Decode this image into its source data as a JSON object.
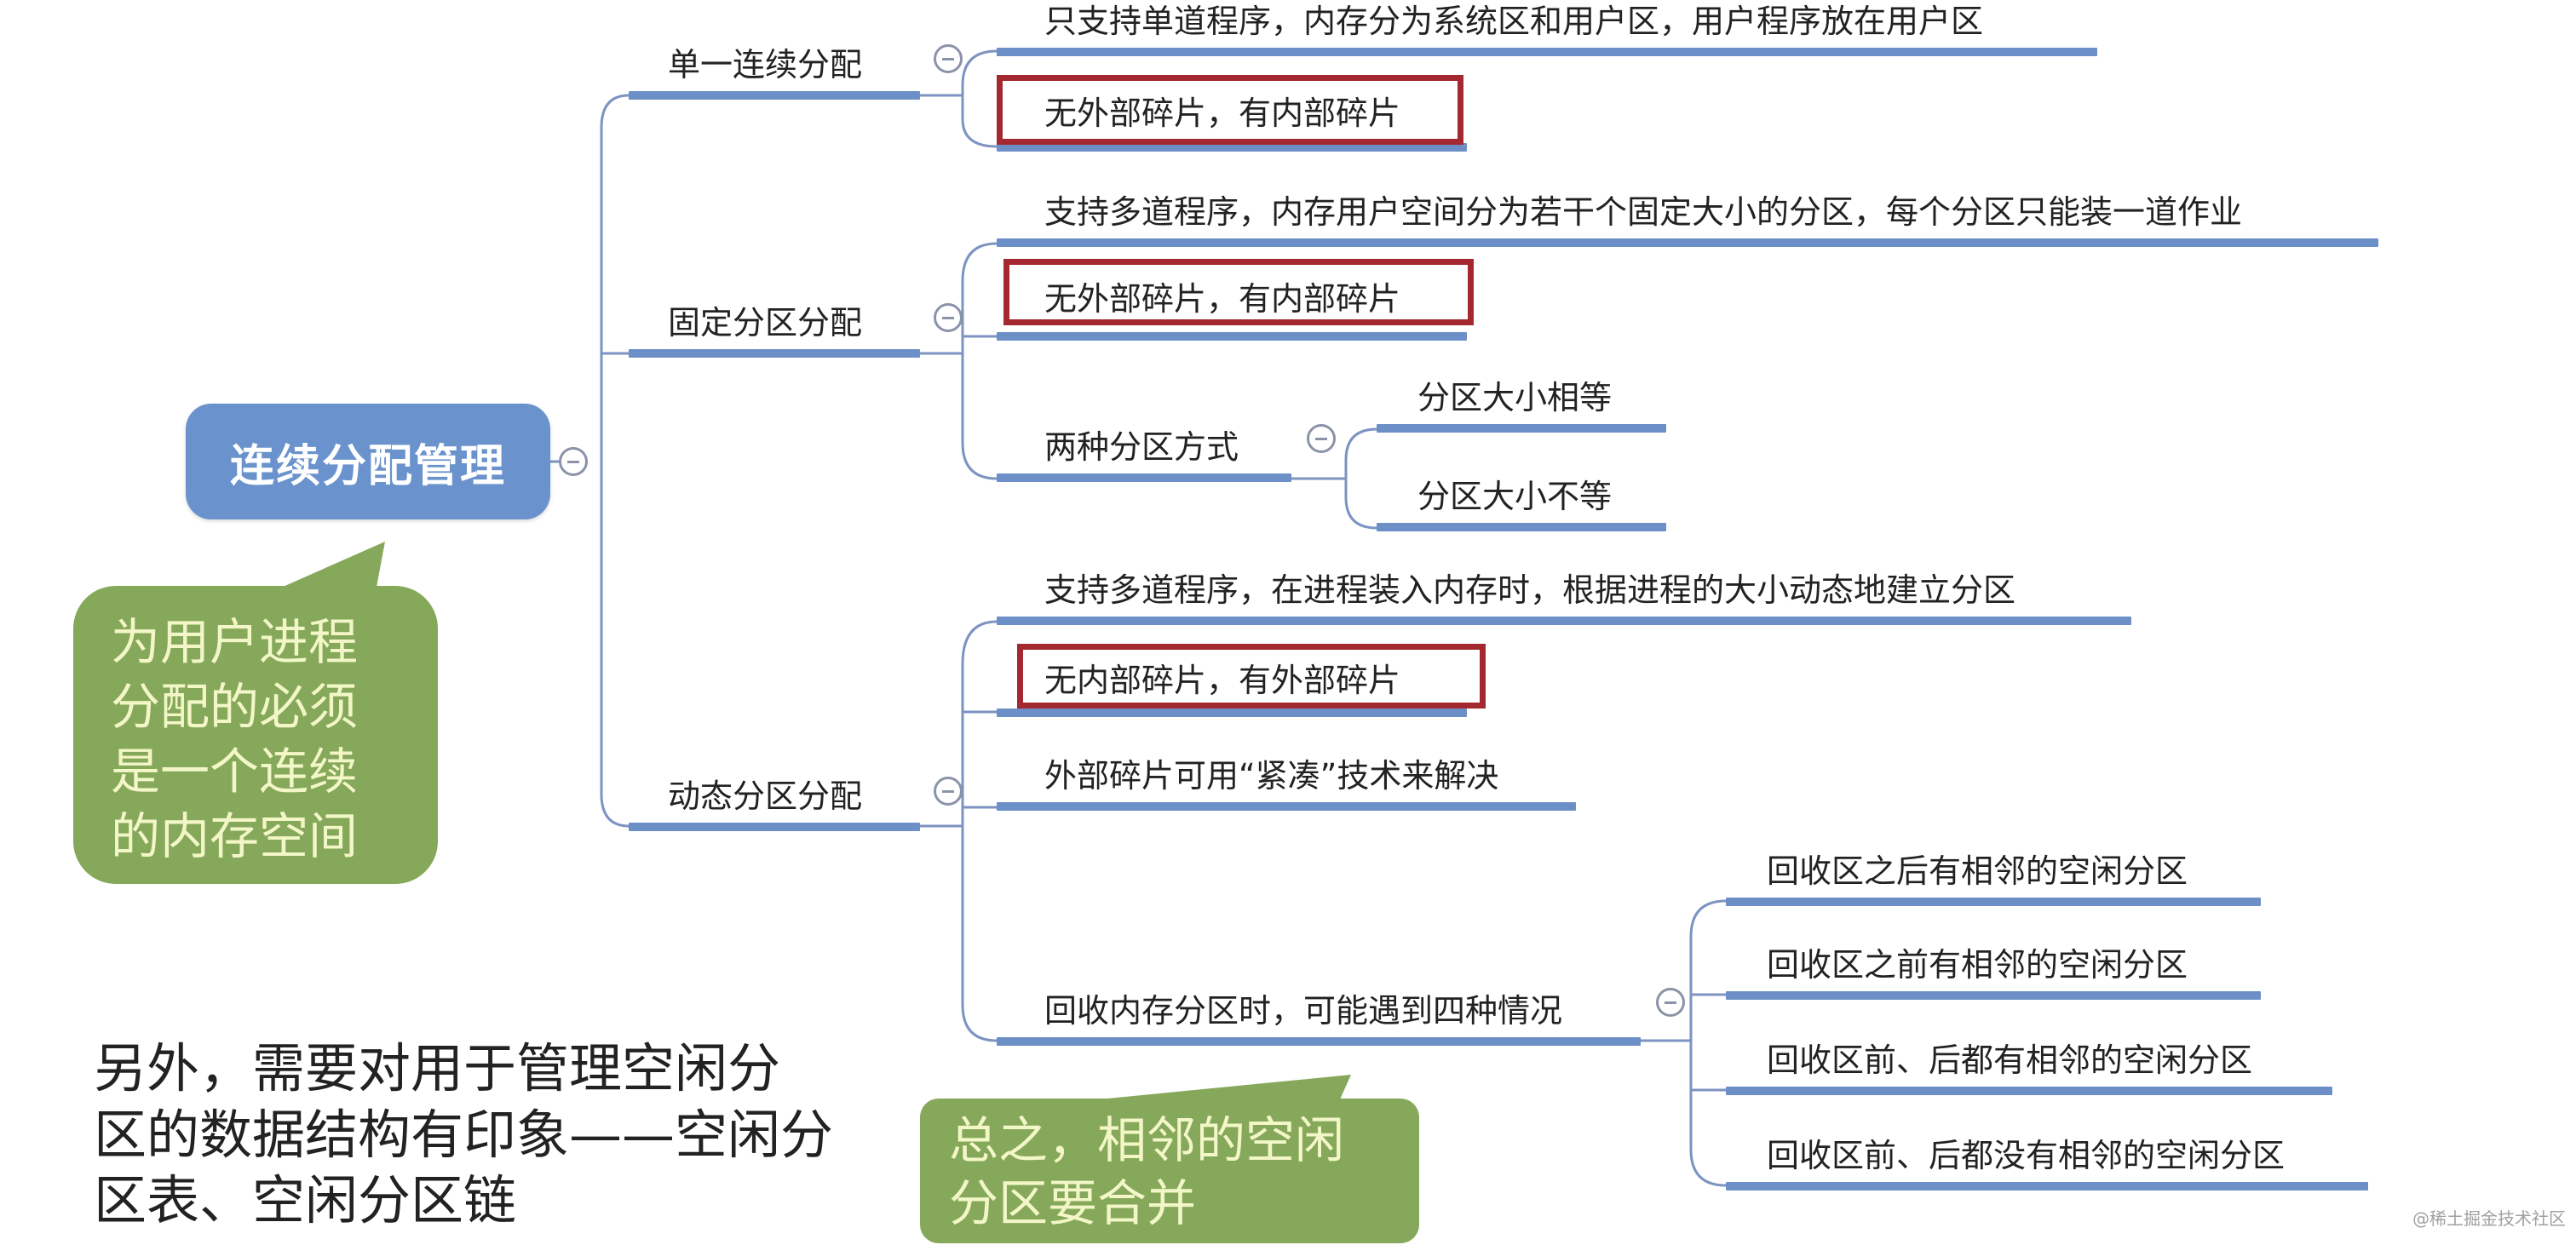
{
  "root": {
    "label": "连续分配管理"
  },
  "branches": [
    {
      "label": "单一连续分配",
      "children": [
        {
          "label": "只支持单道程序，内存分为系统区和用户区，用户程序放在用户区",
          "highlighted": false
        },
        {
          "label": "无外部碎片，有内部碎片",
          "highlighted": true
        }
      ]
    },
    {
      "label": "固定分区分配",
      "children": [
        {
          "label": "支持多道程序，内存用户空间分为若干个固定大小的分区，每个分区只能装一道作业",
          "highlighted": false
        },
        {
          "label": "无外部碎片，有内部碎片",
          "highlighted": true
        },
        {
          "label": "两种分区方式",
          "highlighted": false,
          "children": [
            {
              "label": "分区大小相等"
            },
            {
              "label": "分区大小不等"
            }
          ]
        }
      ]
    },
    {
      "label": "动态分区分配",
      "children": [
        {
          "label": "支持多道程序，在进程装入内存时，根据进程的大小动态地建立分区",
          "highlighted": false
        },
        {
          "label": "无内部碎片，有外部碎片",
          "highlighted": true
        },
        {
          "label": "外部碎片可用“紧凑”技术来解决",
          "highlighted": false
        },
        {
          "label": "回收内存分区时，可能遇到四种情况",
          "highlighted": false,
          "children": [
            {
              "label": "回收区之后有相邻的空闲分区"
            },
            {
              "label": "回收区之前有相邻的空闲分区"
            },
            {
              "label": "回收区前、后都有相邻的空闲分区"
            },
            {
              "label": "回收区前、后都没有相邻的空闲分区"
            }
          ]
        }
      ]
    }
  ],
  "callouts": {
    "root_note": {
      "lines": [
        "为用户进程",
        "分配的必须",
        "是一个连续",
        "的内存空间"
      ]
    },
    "merge_note": {
      "lines": [
        "总之，相邻的空闲",
        "分区要合并"
      ]
    }
  },
  "footnote": {
    "lines": [
      "另外，需要对用于管理空闲分",
      "区的数据结构有印象——空闲分",
      "区表、空闲分区链"
    ]
  },
  "watermark": "@稀土掘金技术社区",
  "colors": {
    "root_fill": "#6a92cc",
    "underline": "#6c8fc7",
    "connector": "#7d93c2",
    "highlight_border": "#a3282f",
    "callout_fill": "#86a85a",
    "callout_text": "#f3f7c8"
  }
}
